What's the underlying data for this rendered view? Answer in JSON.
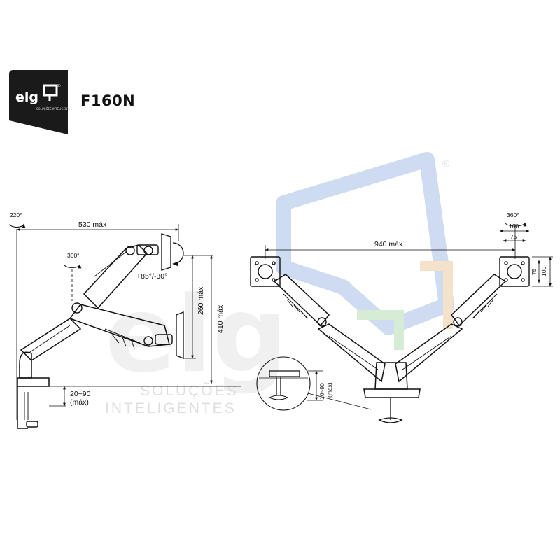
{
  "brand": {
    "logo_text": "elg",
    "logo_subtext": "SOLUÇÕES INTELIGENTES",
    "registered_mark": "®",
    "model": "F160N"
  },
  "watermark": {
    "text": "elg",
    "line1": "SOLUÇÕES",
    "line2": "INTELIGENTES",
    "registered_mark": "®"
  },
  "left_view": {
    "base_rotation": "220°",
    "reach": "530 máx",
    "head_rotation": "360°",
    "tilt": "+85°/-30°",
    "height_range": "260 máx",
    "total_height": "410 máx",
    "desk_clamp": "20~90",
    "desk_clamp_note": "(máx)"
  },
  "right_view": {
    "span": "940 máx",
    "head_rotation": "360°",
    "vesa_large": "100",
    "vesa_small": "75",
    "vesa_large_v": "100",
    "vesa_small_v": "75",
    "grommet": "10~90",
    "grommet_note": "(máx)"
  },
  "colors": {
    "ink": "#111111",
    "badge": "#1a1a1a",
    "watermark_blue": "#c9d8f0",
    "watermark_green": "#d3ead0",
    "watermark_orange": "#f5dfc6",
    "watermark_grey": "#e3e3e3"
  }
}
